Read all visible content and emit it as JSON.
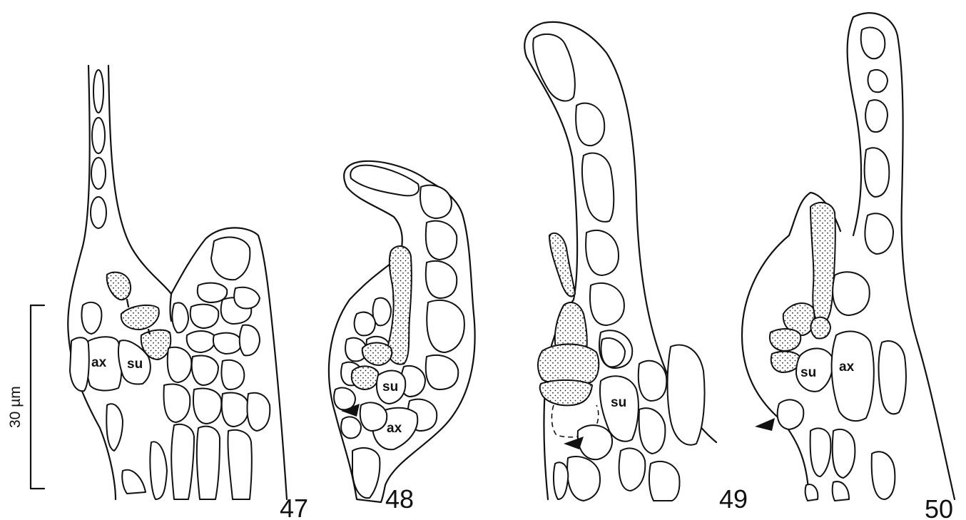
{
  "plate": {
    "scale_bar_label": "30 µm",
    "figures": [
      {
        "number": "47",
        "cell_labels": [
          "ax",
          "su"
        ]
      },
      {
        "number": "48",
        "cell_labels": [
          "su",
          "ax"
        ]
      },
      {
        "number": "49",
        "cell_labels": [
          "su"
        ]
      },
      {
        "number": "50",
        "cell_labels": [
          "su",
          "ax"
        ]
      }
    ]
  }
}
